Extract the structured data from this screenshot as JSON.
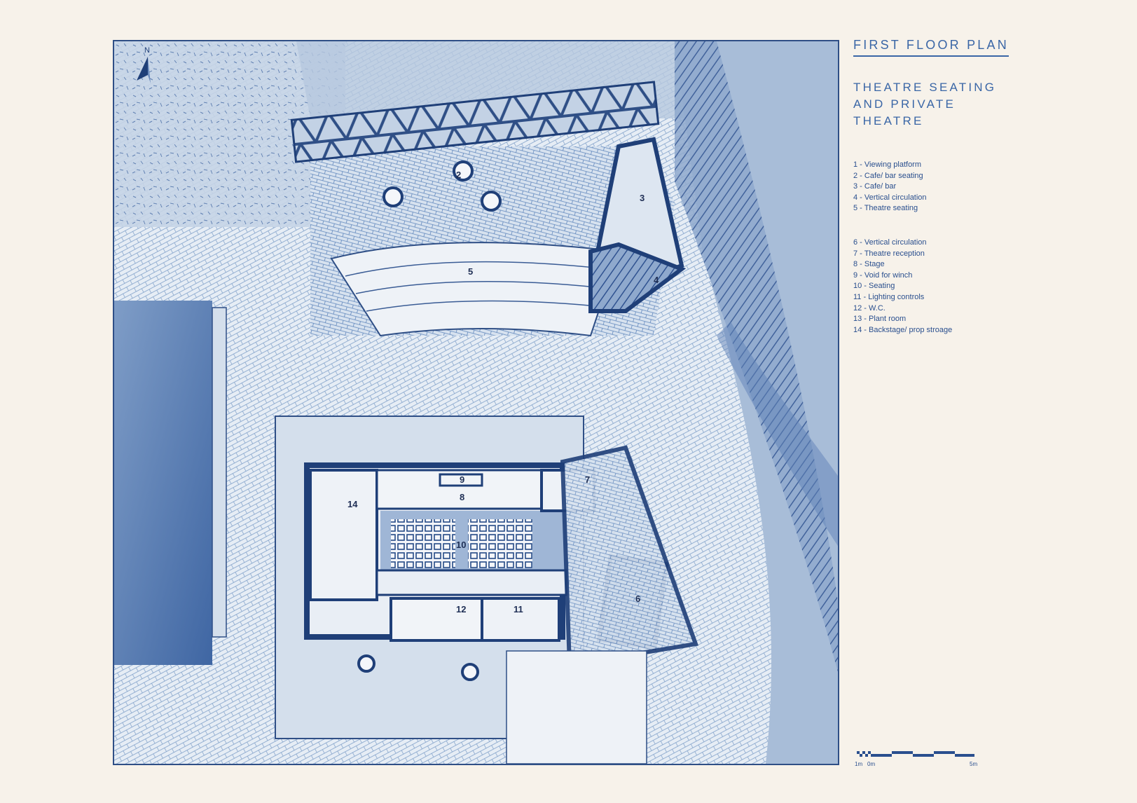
{
  "sheet": {
    "title": "FIRST FLOOR PLAN",
    "subtitle": "THEATRE SEATING AND PRIVATE THEATRE",
    "legend_group_1": [
      "1 - Viewing platform",
      "2 - Cafe/ bar seating",
      "3 - Cafe/ bar",
      "4 - Vertical circulation",
      "5 - Theatre seating"
    ],
    "legend_group_2": [
      "6 - Vertical circulation",
      "7 - Theatre reception",
      "8 - Stage",
      "9 - Void for winch",
      "10 - Seating",
      "11 - Lighting controls",
      "12 - W.C.",
      "13 - Plant room",
      "14 - Backstage/ prop stroage"
    ],
    "scale": {
      "labels": [
        "1m",
        "0m",
        "5m"
      ]
    },
    "north_arrow": {
      "label": "N",
      "icon": "north-arrow-icon"
    }
  },
  "plan": {
    "room_numbers": [
      "2",
      "3",
      "4",
      "5",
      "6",
      "7",
      "8",
      "9",
      "10",
      "11",
      "12",
      "14"
    ]
  },
  "colors": {
    "ink": "#2f4f86",
    "paper": "#f7f2ea",
    "wash": "#c9d7e8",
    "deep": "#1f3f78"
  }
}
